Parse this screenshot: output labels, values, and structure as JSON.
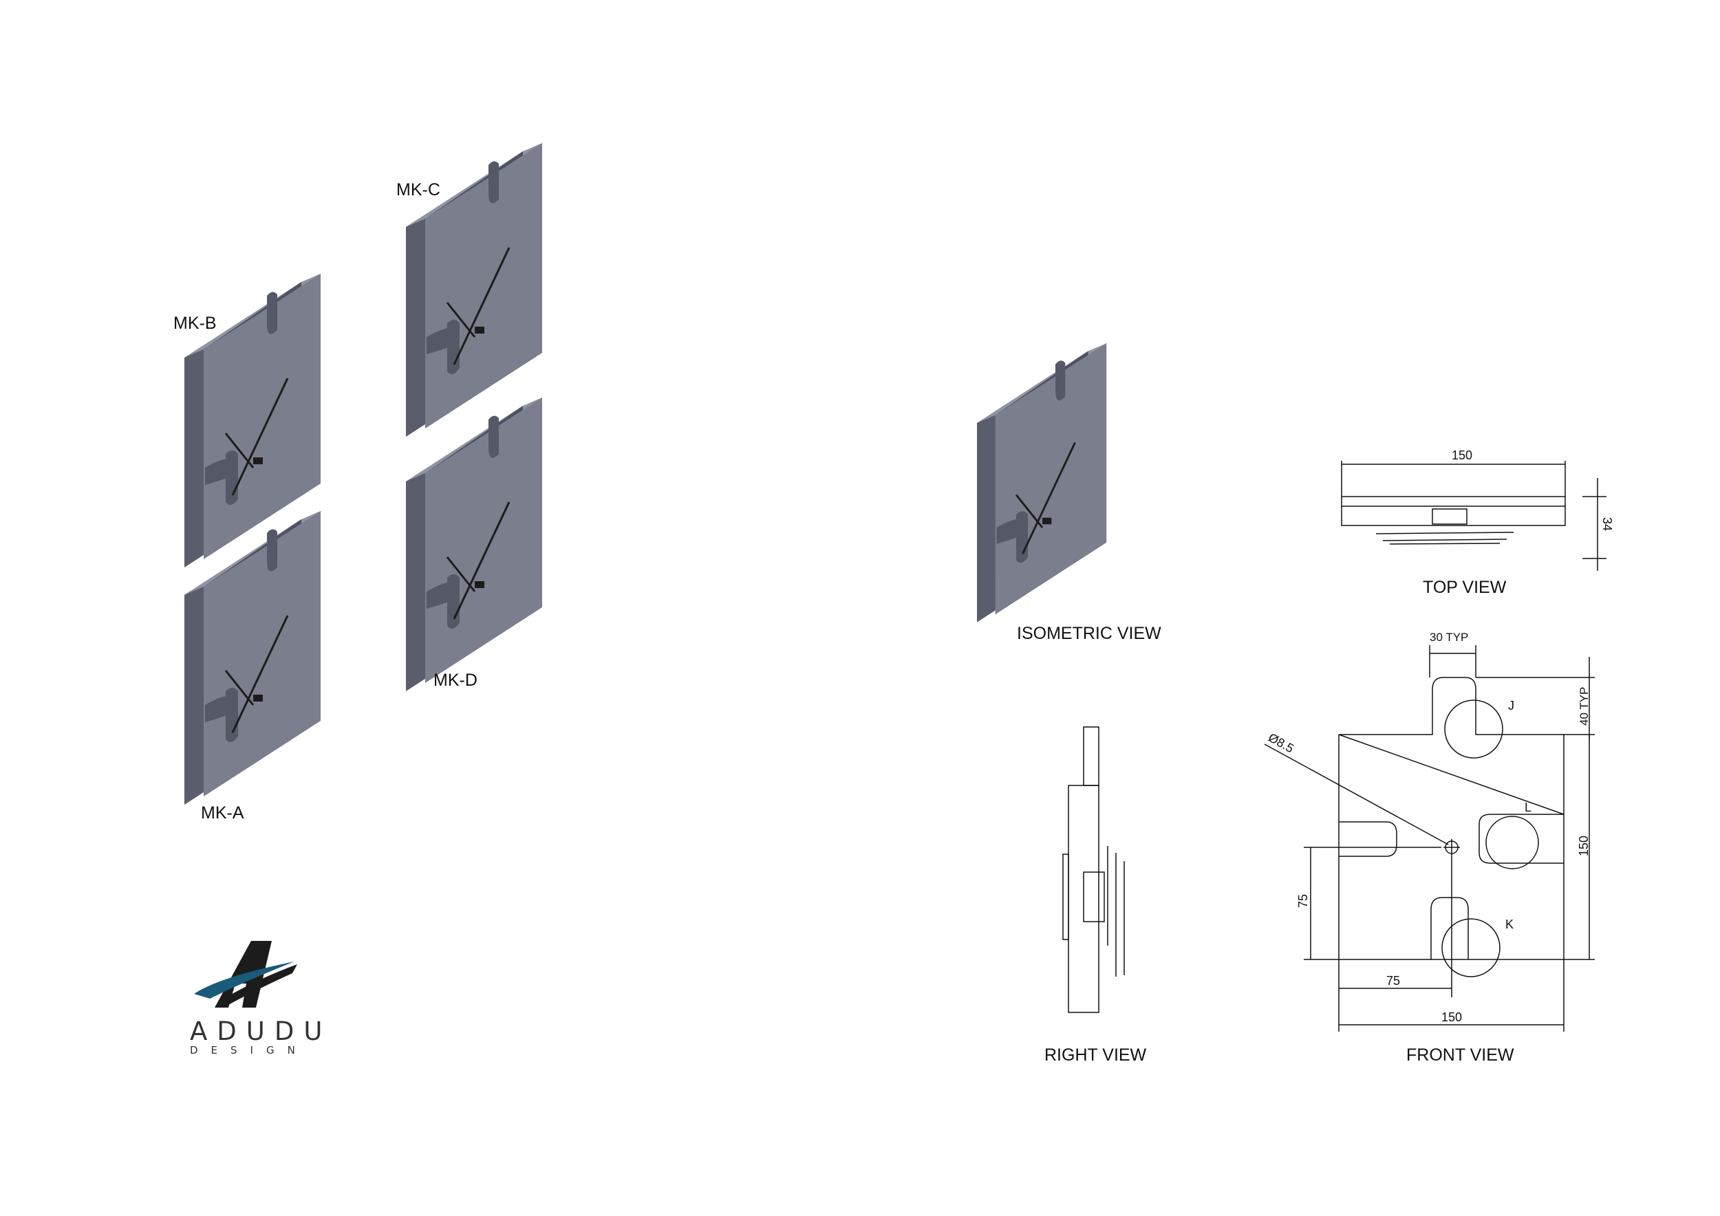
{
  "assembly": {
    "marks": [
      "MK-A",
      "MK-B",
      "MK-C",
      "MK-D"
    ]
  },
  "views": {
    "isometric": "ISOMETRIC VIEW",
    "top": "TOP VIEW",
    "right": "RIGHT VIEW",
    "front": "FRONT VIEW"
  },
  "dimensions": {
    "top_width": "150",
    "top_depth": "34",
    "tab_width": "30 TYP",
    "tab_height": "40 TYP",
    "front_height": "150",
    "hole_dia": "Ø8.5",
    "hole_y": "75",
    "hole_x": "75",
    "front_width": "150"
  },
  "callouts": {
    "j": "J",
    "k": "K",
    "l": "L"
  },
  "logo": {
    "name": "ADUDU",
    "sub": "DESIGN",
    "accent": "#1a5a7a"
  },
  "colors": {
    "block_face": "#777b8a",
    "block_side": "#5a5e6c",
    "block_top": "#8a8e9c",
    "line": "#111111"
  }
}
